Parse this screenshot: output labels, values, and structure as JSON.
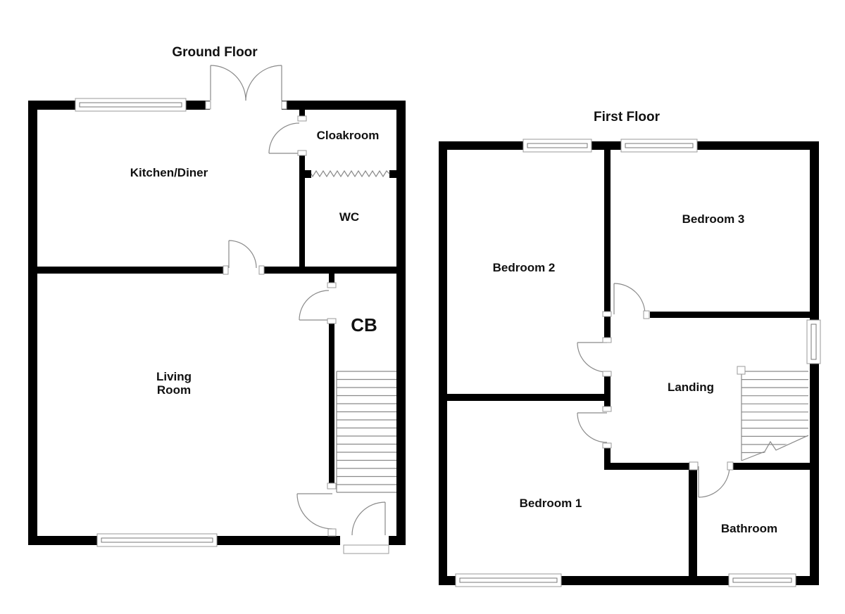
{
  "colors": {
    "wall": "#000000",
    "line": "#8a8a8a",
    "text": "#111111",
    "background": "#ffffff"
  },
  "floors": [
    {
      "id": "ground-floor",
      "title": "Ground Floor",
      "rooms": [
        {
          "id": "kitchen-diner",
          "label": "Kitchen/Diner"
        },
        {
          "id": "cloakroom",
          "label": "Cloakroom"
        },
        {
          "id": "wc",
          "label": "WC"
        },
        {
          "id": "cb-cupboard",
          "label": "CB"
        },
        {
          "id": "living-room",
          "label": "Living Room",
          "lines": [
            "Living",
            "Room"
          ]
        }
      ]
    },
    {
      "id": "first-floor",
      "title": "First Floor",
      "rooms": [
        {
          "id": "bedroom-2",
          "label": "Bedroom 2"
        },
        {
          "id": "bedroom-3",
          "label": "Bedroom 3"
        },
        {
          "id": "landing",
          "label": "Landing"
        },
        {
          "id": "bedroom-1",
          "label": "Bedroom 1"
        },
        {
          "id": "bathroom",
          "label": "Bathroom"
        }
      ]
    }
  ]
}
